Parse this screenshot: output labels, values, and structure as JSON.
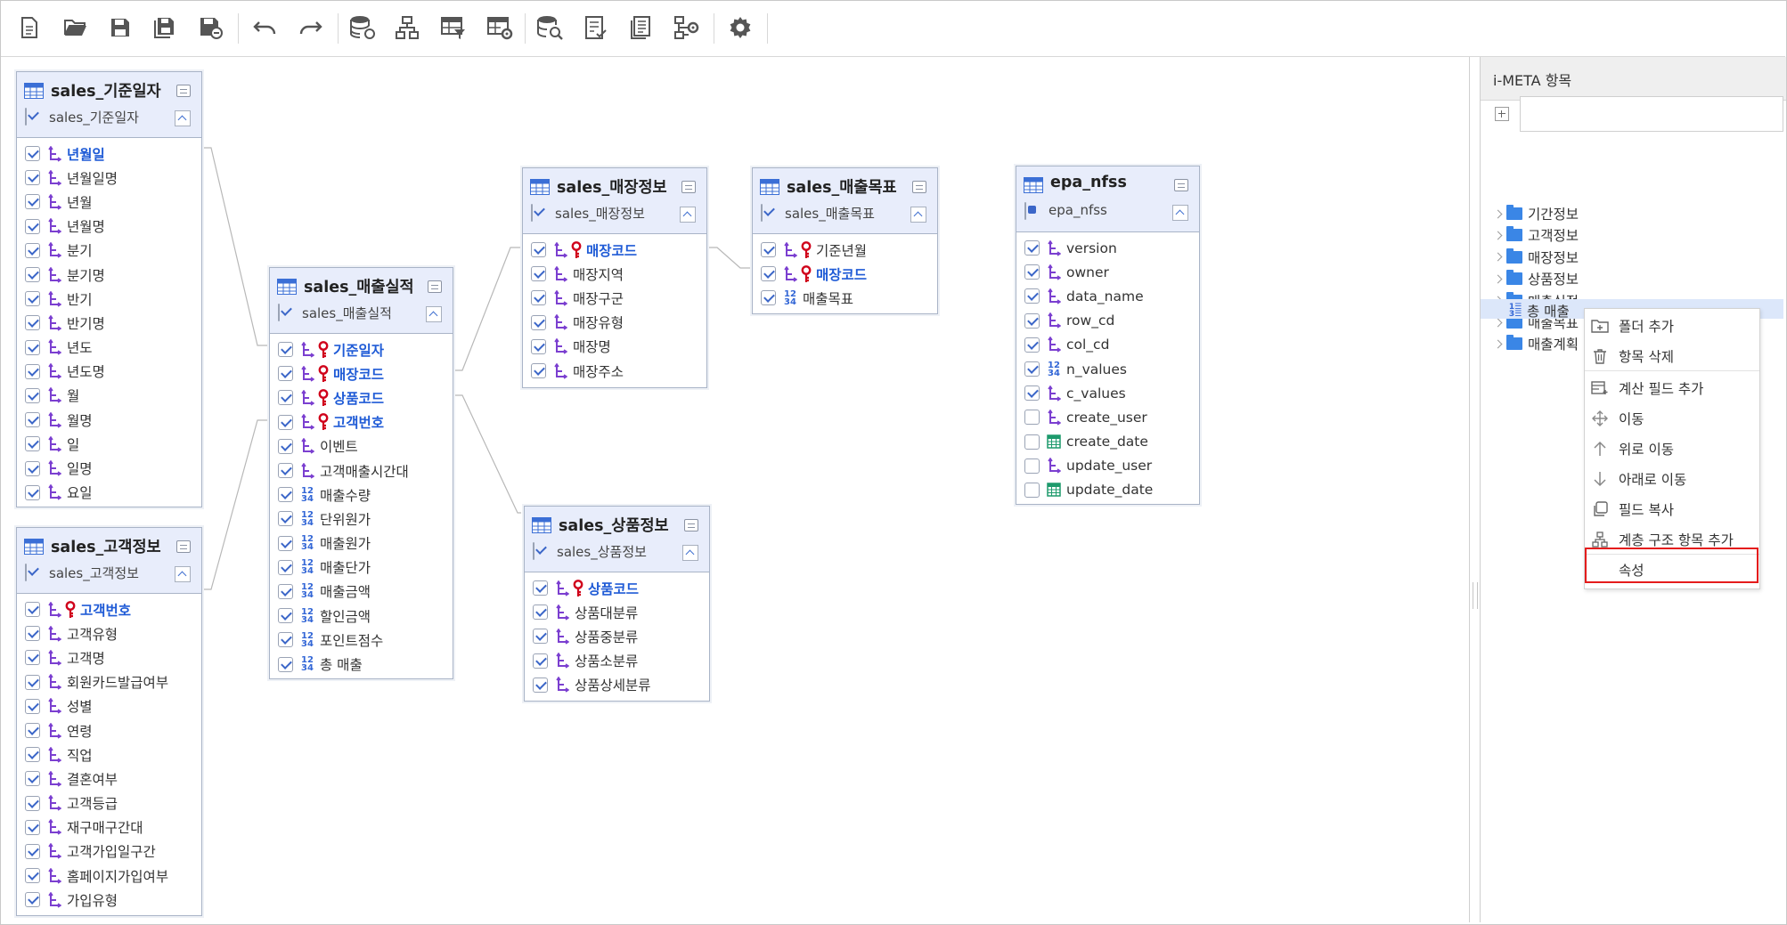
{
  "toolbar": {
    "buttons": [
      "new-file",
      "open-folder",
      "save",
      "save-all",
      "save-as",
      "undo",
      "redo",
      "database-link",
      "hierarchy",
      "table-filter",
      "table-settings",
      "database-search",
      "report-checklist",
      "document-copy",
      "network-settings",
      "settings"
    ]
  },
  "tables": {
    "date": {
      "title": "sales_기준일자",
      "subtitle": "sales_기준일자",
      "fields": [
        {
          "label": "년월일",
          "type": "dim",
          "checked": true,
          "key": false,
          "highlight": true
        },
        {
          "label": "년월일명",
          "type": "dim",
          "checked": true
        },
        {
          "label": "년월",
          "type": "dim",
          "checked": true
        },
        {
          "label": "년월명",
          "type": "dim",
          "checked": true
        },
        {
          "label": "분기",
          "type": "dim",
          "checked": true
        },
        {
          "label": "분기명",
          "type": "dim",
          "checked": true
        },
        {
          "label": "반기",
          "type": "dim",
          "checked": true
        },
        {
          "label": "반기명",
          "type": "dim",
          "checked": true
        },
        {
          "label": "년도",
          "type": "dim",
          "checked": true
        },
        {
          "label": "년도명",
          "type": "dim",
          "checked": true
        },
        {
          "label": "월",
          "type": "dim",
          "checked": true
        },
        {
          "label": "월명",
          "type": "dim",
          "checked": true
        },
        {
          "label": "일",
          "type": "dim",
          "checked": true
        },
        {
          "label": "일명",
          "type": "dim",
          "checked": true
        },
        {
          "label": "요일",
          "type": "dim",
          "checked": true
        }
      ]
    },
    "customer": {
      "title": "sales_고객정보",
      "subtitle": "sales_고객정보",
      "fields": [
        {
          "label": "고객번호",
          "type": "dim",
          "checked": true,
          "key": true
        },
        {
          "label": "고객유형",
          "type": "dim",
          "checked": true
        },
        {
          "label": "고객명",
          "type": "dim",
          "checked": true
        },
        {
          "label": "회원카드발급여부",
          "type": "dim",
          "checked": true
        },
        {
          "label": "성별",
          "type": "dim",
          "checked": true
        },
        {
          "label": "연령",
          "type": "dim",
          "checked": true
        },
        {
          "label": "직업",
          "type": "dim",
          "checked": true
        },
        {
          "label": "결혼여부",
          "type": "dim",
          "checked": true
        },
        {
          "label": "고객등급",
          "type": "dim",
          "checked": true
        },
        {
          "label": "재구매구간대",
          "type": "dim",
          "checked": true
        },
        {
          "label": "고객가입일구간",
          "type": "dim",
          "checked": true
        },
        {
          "label": "홈페이지가입여부",
          "type": "dim",
          "checked": true
        },
        {
          "label": "가입유형",
          "type": "dim",
          "checked": true
        }
      ]
    },
    "sales": {
      "title": "sales_매출실적",
      "subtitle": "sales_매출실적",
      "fields": [
        {
          "label": "기준일자",
          "type": "dim",
          "checked": true,
          "key": true
        },
        {
          "label": "매장코드",
          "type": "dim",
          "checked": true,
          "key": true
        },
        {
          "label": "상품코드",
          "type": "dim",
          "checked": true,
          "key": true
        },
        {
          "label": "고객번호",
          "type": "dim",
          "checked": true,
          "key": true
        },
        {
          "label": "이벤트",
          "type": "dim",
          "checked": true
        },
        {
          "label": "고객매출시간대",
          "type": "dim",
          "checked": true
        },
        {
          "label": "매출수량",
          "type": "num",
          "checked": true
        },
        {
          "label": "단위원가",
          "type": "num",
          "checked": true
        },
        {
          "label": "매출원가",
          "type": "num",
          "checked": true
        },
        {
          "label": "매출단가",
          "type": "num",
          "checked": true
        },
        {
          "label": "매출금액",
          "type": "num",
          "checked": true
        },
        {
          "label": "할인금액",
          "type": "num",
          "checked": true
        },
        {
          "label": "포인트점수",
          "type": "num",
          "checked": true
        },
        {
          "label": "총 매출",
          "type": "num",
          "checked": true
        }
      ]
    },
    "store": {
      "title": "sales_매장정보",
      "subtitle": "sales_매장정보",
      "fields": [
        {
          "label": "매장코드",
          "type": "dim",
          "checked": true,
          "key": true
        },
        {
          "label": "매장지역",
          "type": "dim",
          "checked": true
        },
        {
          "label": "매장구군",
          "type": "dim",
          "checked": true
        },
        {
          "label": "매장유형",
          "type": "dim",
          "checked": true
        },
        {
          "label": "매장명",
          "type": "dim",
          "checked": true
        },
        {
          "label": "매장주소",
          "type": "dim",
          "checked": true
        }
      ]
    },
    "target": {
      "title": "sales_매출목표",
      "subtitle": "sales_매출목표",
      "fields": [
        {
          "label": "기준년월",
          "type": "dim",
          "checked": true,
          "key": true,
          "plainKey": true
        },
        {
          "label": "매장코드",
          "type": "dim",
          "checked": true,
          "key": true
        },
        {
          "label": "매출목표",
          "type": "num",
          "checked": true
        }
      ]
    },
    "product": {
      "title": "sales_상품정보",
      "subtitle": "sales_상품정보",
      "fields": [
        {
          "label": "상품코드",
          "type": "dim",
          "checked": true,
          "key": true
        },
        {
          "label": "상품대분류",
          "type": "dim",
          "checked": true
        },
        {
          "label": "상품중분류",
          "type": "dim",
          "checked": true
        },
        {
          "label": "상품소분류",
          "type": "dim",
          "checked": true
        },
        {
          "label": "상품상세분류",
          "type": "dim",
          "checked": true
        }
      ]
    },
    "epa": {
      "title": "epa_nfss",
      "subtitle": "epa_nfss",
      "subFilled": true,
      "fields": [
        {
          "label": "version",
          "type": "dim",
          "checked": true
        },
        {
          "label": "owner",
          "type": "dim",
          "checked": true
        },
        {
          "label": "data_name",
          "type": "dim",
          "checked": true
        },
        {
          "label": "row_cd",
          "type": "dim",
          "checked": true
        },
        {
          "label": "col_cd",
          "type": "dim",
          "checked": true
        },
        {
          "label": "n_values",
          "type": "num",
          "checked": true
        },
        {
          "label": "c_values",
          "type": "dim",
          "checked": true
        },
        {
          "label": "create_user",
          "type": "dim",
          "checked": false
        },
        {
          "label": "create_date",
          "type": "date",
          "checked": false
        },
        {
          "label": "update_user",
          "type": "dim",
          "checked": false
        },
        {
          "label": "update_date",
          "type": "date",
          "checked": false
        }
      ]
    }
  },
  "panel": {
    "title": "i-META 항목",
    "search_value": "",
    "tree": [
      {
        "label": "기간정보"
      },
      {
        "label": "고객정보"
      },
      {
        "label": "매장정보"
      },
      {
        "label": "상품정보"
      },
      {
        "label": "매출실적"
      },
      {
        "label": "매출목표"
      },
      {
        "label": "매출계획"
      }
    ],
    "selected_item": "총 매출"
  },
  "context_menu": {
    "items": [
      {
        "label": "폴더 추가",
        "icon": "folder-add-icon"
      },
      {
        "label": "항목 삭제",
        "icon": "trash-icon"
      },
      {
        "label": "계산 필드 추가",
        "icon": "calc-field-icon"
      },
      {
        "label": "이동",
        "icon": "move-icon"
      },
      {
        "label": "위로 이동",
        "icon": "arrow-up-icon"
      },
      {
        "label": "아래로 이동",
        "icon": "arrow-down-icon"
      },
      {
        "label": "필드 복사",
        "icon": "copy-icon"
      },
      {
        "label": "계층 구조 항목 추가",
        "icon": "hierarchy-icon"
      },
      {
        "label": "속성",
        "icon": ""
      }
    ],
    "highlighted": "속성"
  },
  "colors": {
    "accent": "#3b66c8",
    "key_text": "#1f5bd6",
    "key_icon": "#d0021b",
    "dim_icon": "#7b3fd0",
    "highlight_border": "#e41c1c"
  }
}
